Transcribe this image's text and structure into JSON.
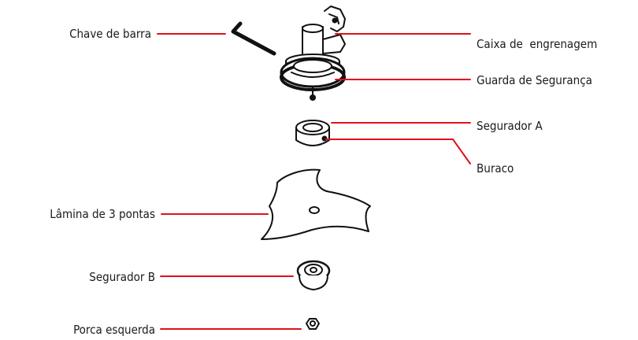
{
  "colors": {
    "leader_line": "#e0101a",
    "part_outline": "#111111",
    "text": "#1a1a1a"
  },
  "labels": {
    "chave_de_barra": "Chave de barra",
    "caixa_de_engrenagem": "Caixa de  engrenagem",
    "guarda_de_seguranca": "Guarda de Segurança",
    "segurador_a": "Segurador A",
    "buraco": "Buraco",
    "lamina_3_pontas": "Lâmina de 3 pontas",
    "segurador_b": "Segurador B",
    "porca_esquerda": "Porca esquerda"
  }
}
